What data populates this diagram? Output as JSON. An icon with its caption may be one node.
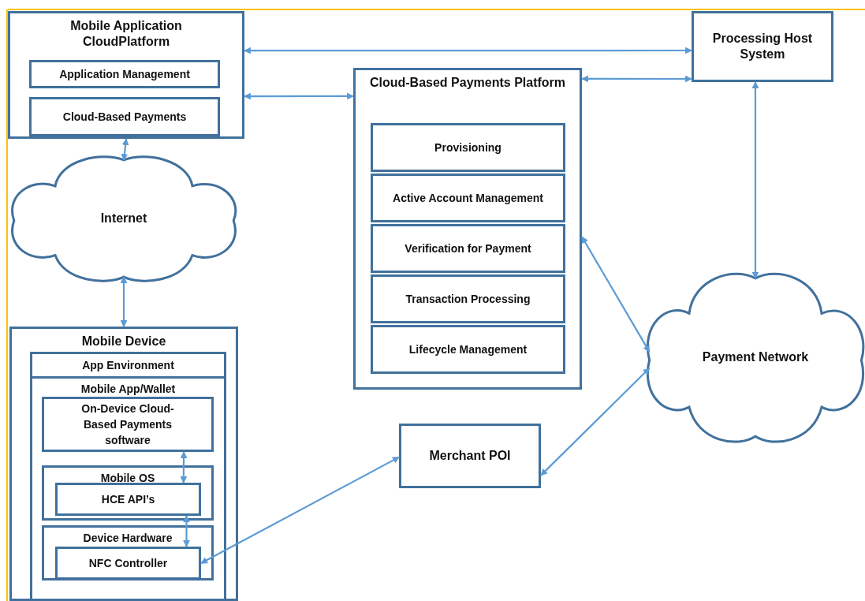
{
  "diagram": {
    "nodes": [
      {
        "text": [
          "Mobile Application CloudPlatform"
        ]
      },
      {
        "text": [
          "Application Management"
        ],
        "in": 0
      },
      {
        "text": [
          "Cloud-Based Payments"
        ],
        "in": 0
      },
      {
        "text": [
          "Processing Host System"
        ]
      },
      {
        "text": [
          "Cloud-Based Payments Platform"
        ]
      },
      {
        "text": [
          "Provisioning"
        ],
        "in": 4
      },
      {
        "text": [
          "Active Account Management"
        ],
        "in": 4
      },
      {
        "text": [
          "Verification for Payment"
        ],
        "in": 4
      },
      {
        "text": [
          "Transaction Processing"
        ],
        "in": 4
      },
      {
        "text": [
          "Lifecycle Management"
        ],
        "in": 4
      },
      {
        "text": [
          "Internet"
        ]
      },
      {
        "text": [
          "Mobile Device"
        ]
      },
      {
        "text": [
          "App Environment"
        ],
        "in": 11
      },
      {
        "text": [
          "Mobile App/Wallet"
        ],
        "in": 12
      },
      {
        "text": [
          "On-Device Cloud-Based Payments software"
        ],
        "in": 13
      },
      {
        "text": [
          "Mobile OS"
        ],
        "in": 13
      },
      {
        "text": [
          "HCE API’s"
        ],
        "in": 15
      },
      {
        "text": [
          "Device Hardware"
        ],
        "in": 13
      },
      {
        "text": [
          "NFC Controller"
        ],
        "in": 17
      },
      {
        "text": [
          "Merchant POI"
        ]
      },
      {
        "text": [
          "Payment Network"
        ]
      }
    ],
    "edges": [
      {
        "from": 0,
        "to": 3,
        "arrow": "both"
      },
      {
        "from": 0,
        "to": 4,
        "arrow": "both"
      },
      {
        "from": 4,
        "to": 3,
        "arrow": "both"
      },
      {
        "from": 0,
        "to": 10,
        "arrow": "both"
      },
      {
        "from": 10,
        "to": 11,
        "arrow": "both"
      },
      {
        "from": 3,
        "to": 20,
        "arrow": "both"
      },
      {
        "from": 4,
        "to": 20,
        "arrow": "both"
      },
      {
        "from": 19,
        "to": 20,
        "arrow": "both"
      },
      {
        "from": 14,
        "to": 16,
        "arrow": "both"
      },
      {
        "from": 16,
        "to": 18,
        "arrow": "both"
      },
      {
        "from": 18,
        "to": 19,
        "arrow": "both"
      }
    ]
  }
}
